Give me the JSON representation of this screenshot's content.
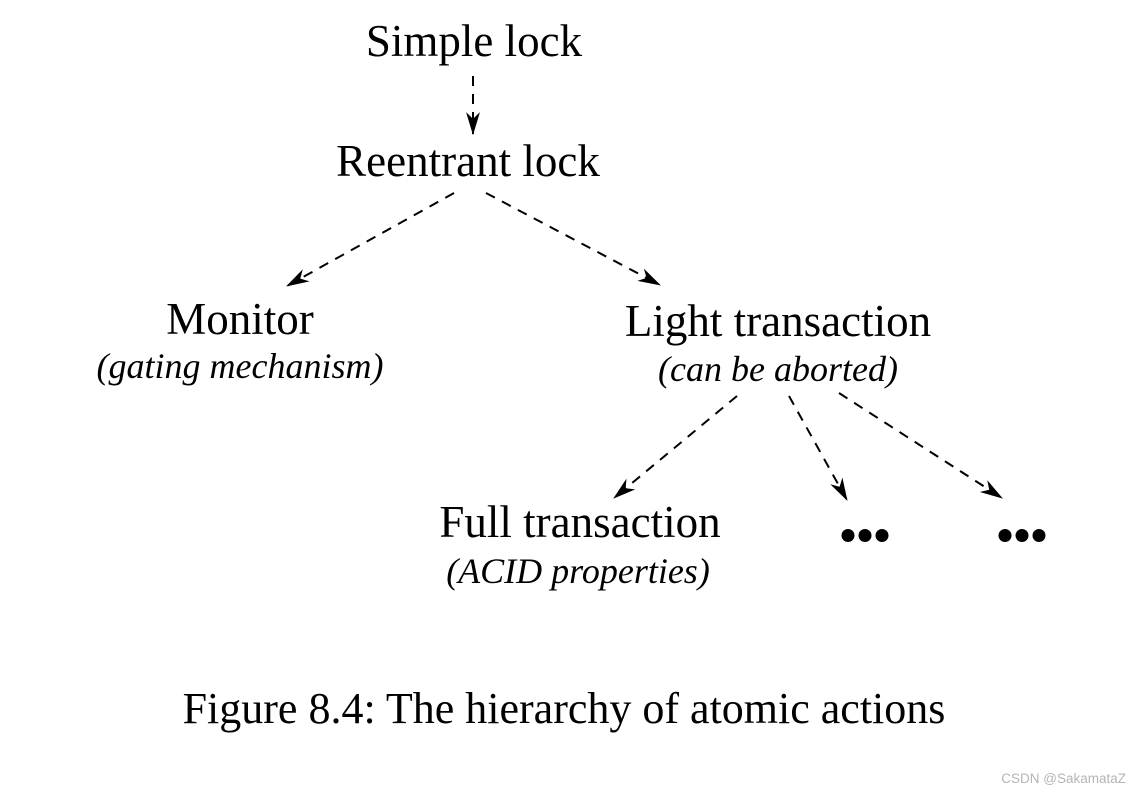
{
  "figure": {
    "caption": "Figure 8.4: The hierarchy of atomic actions",
    "watermark": "CSDN @SakamataZ"
  },
  "diagram": {
    "type": "tree",
    "nodes": {
      "simple_lock": {
        "label": "Simple lock"
      },
      "reentrant_lock": {
        "label": "Reentrant lock"
      },
      "monitor": {
        "label": "Monitor",
        "sublabel": "(gating mechanism)"
      },
      "light_transaction": {
        "label": "Light transaction",
        "sublabel": "(can be aborted)"
      },
      "full_transaction": {
        "label": "Full transaction",
        "sublabel": "(ACID properties)"
      },
      "ellipsis_left": {
        "label": "..."
      },
      "ellipsis_right": {
        "label": "..."
      }
    },
    "edges": [
      {
        "from": "simple_lock",
        "to": "reentrant_lock",
        "style": "dashed-arrow"
      },
      {
        "from": "reentrant_lock",
        "to": "monitor",
        "style": "dashed-arrow"
      },
      {
        "from": "reentrant_lock",
        "to": "light_transaction",
        "style": "dashed-arrow"
      },
      {
        "from": "light_transaction",
        "to": "full_transaction",
        "style": "dashed-arrow"
      },
      {
        "from": "light_transaction",
        "to": "ellipsis_left",
        "style": "dashed-arrow"
      },
      {
        "from": "light_transaction",
        "to": "ellipsis_right",
        "style": "dashed-arrow"
      }
    ]
  },
  "colors": {
    "text": "#000000",
    "background": "#ffffff",
    "watermark": "#b5b5b5"
  }
}
